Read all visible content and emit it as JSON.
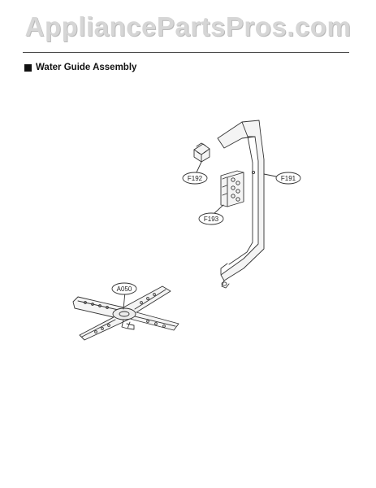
{
  "watermark": "AppliancePartsPros.com",
  "section_title": "Water Guide Assembly",
  "callouts": {
    "f192": "F192",
    "f191": "F191",
    "f193": "F193",
    "a050": "A050"
  },
  "colors": {
    "watermark": "#d6d6d6",
    "line": "#333333",
    "part_fill": "#f4f4f4"
  }
}
